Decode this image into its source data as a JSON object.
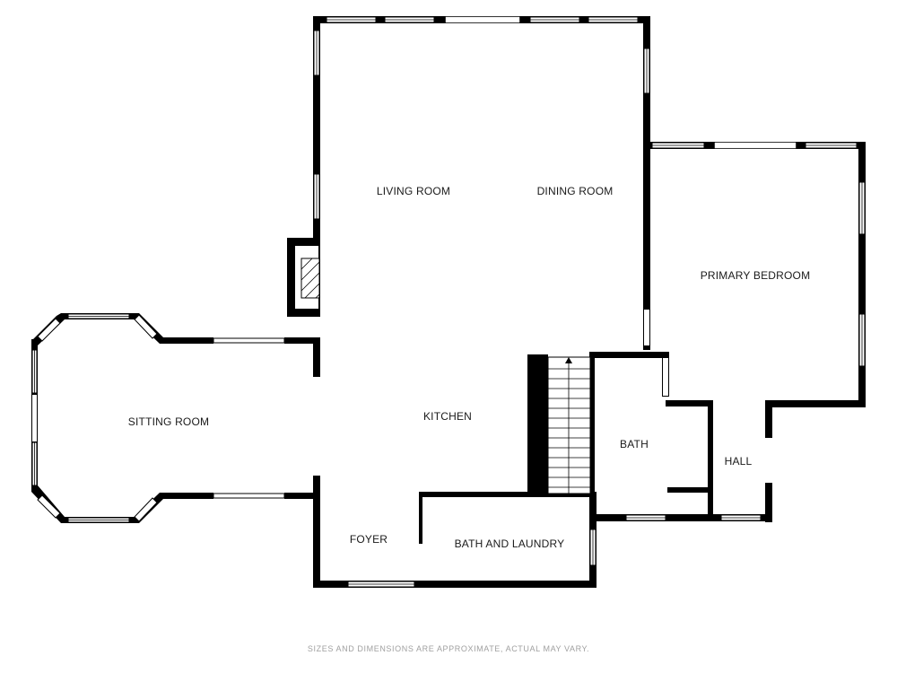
{
  "rooms": {
    "living_room": "LIVING ROOM",
    "dining_room": "DINING ROOM",
    "primary_bedroom": "PRIMARY BEDROOM",
    "sitting_room": "SITTING ROOM",
    "kitchen": "KITCHEN",
    "bath": "BATH",
    "hall": "HALL",
    "foyer": "FOYER",
    "bath_and_laundry": "BATH AND LAUNDRY"
  },
  "disclaimer": "SIZES AND DIMENSIONS ARE APPROXIMATE, ACTUAL MAY VARY."
}
